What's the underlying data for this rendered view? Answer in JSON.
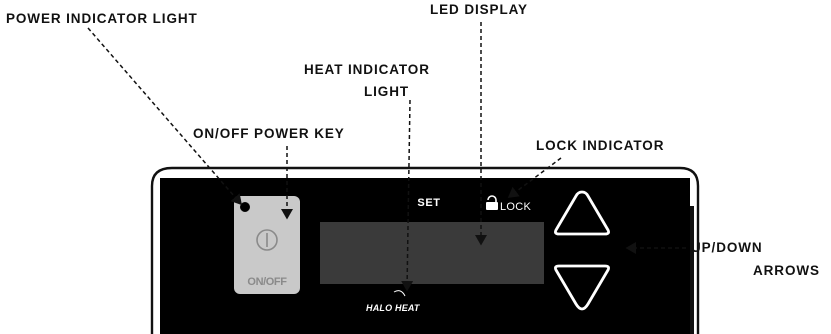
{
  "callouts": {
    "power_indicator_light": "POWER INDICATOR LIGHT",
    "led_display": "LED DISPLAY",
    "heat_indicator_light_line1": "HEAT INDICATOR",
    "heat_indicator_light_line2": "LIGHT",
    "on_off_power_key": "ON/OFF POWER KEY",
    "lock_indicator": "LOCK INDICATOR",
    "up_down_arrows_line1": "UP/DOWN",
    "up_down_arrows_line2": "ARROWS"
  },
  "panel": {
    "power_key_label": "ON/OFF",
    "set_label": "SET",
    "lock_label": "LOCK",
    "logo_text": "HALO HEAT"
  },
  "colors": {
    "panel_black": "#000000",
    "key_gray": "#c9c9c9",
    "key_text": "#8a8a8a",
    "display_gray": "#3a3a3a",
    "line": "#111111"
  }
}
